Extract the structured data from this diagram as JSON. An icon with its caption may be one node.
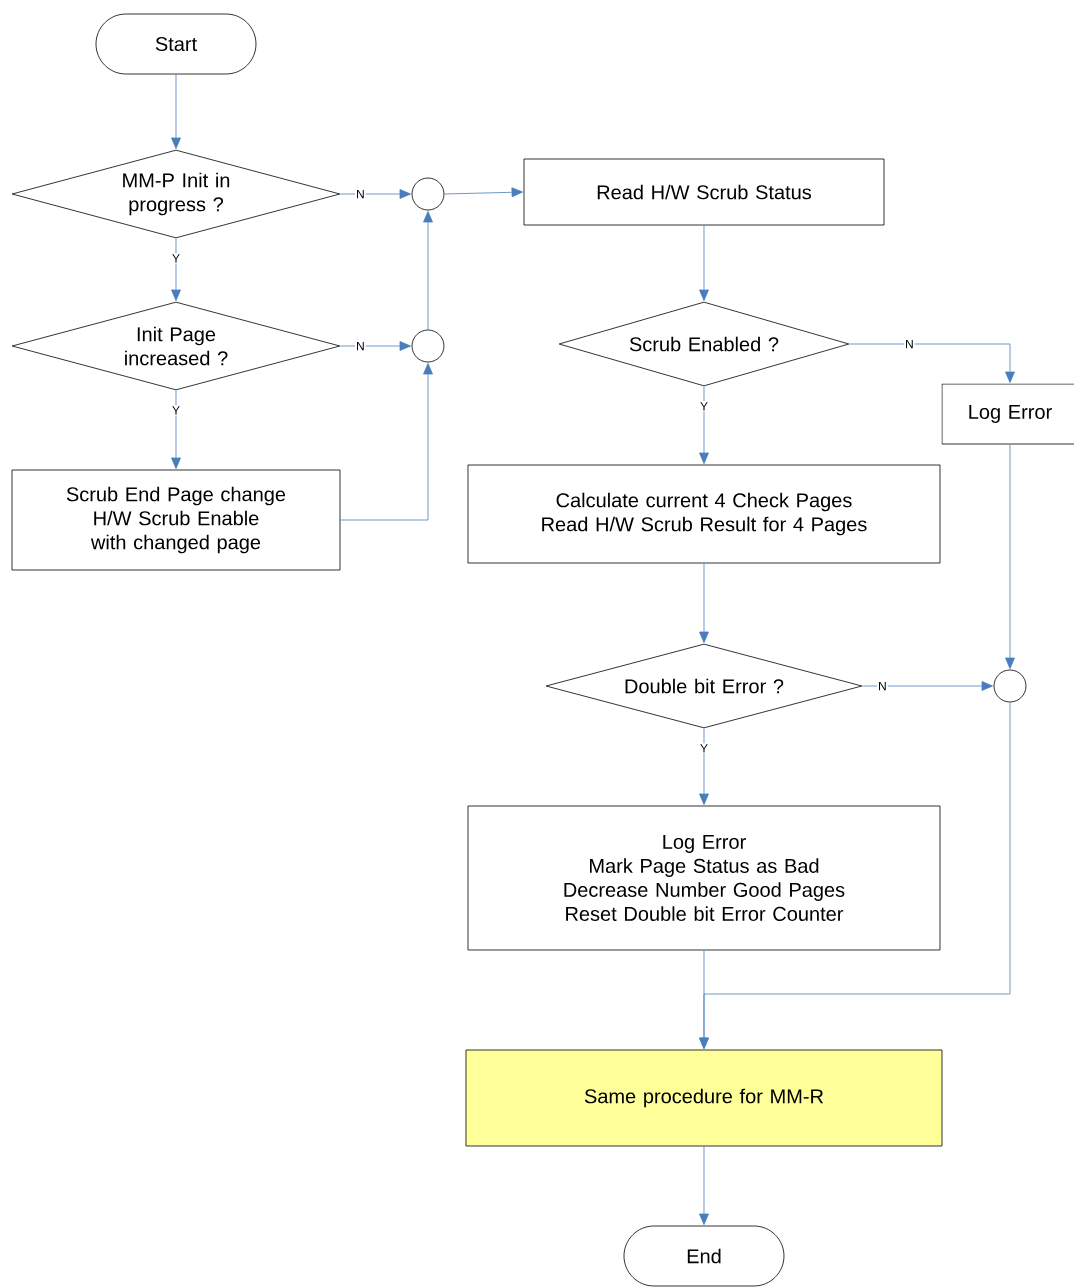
{
  "diagram": {
    "nodes": [
      {
        "text": [
          "Start"
        ]
      },
      {
        "text": [
          "MM-P Init in progress ?"
        ]
      },
      {
        "text": [
          "Init Page increased ?"
        ]
      },
      {
        "text": [
          "Scrub End Page change H/W Scrub Enable with changed page"
        ]
      },
      {
        "text": [],
        "shape": "circle"
      },
      {
        "text": [],
        "shape": "circle"
      },
      {
        "text": [
          "Read H/W Scrub Status"
        ]
      },
      {
        "text": [
          "Scrub Enabled ?"
        ]
      },
      {
        "text": [
          "Log Error"
        ]
      },
      {
        "text": [
          "Calculate current 4 Check Pages",
          "Read H/W Scrub Result for 4 Pages"
        ]
      },
      {
        "text": [
          "Double bit Error ?"
        ]
      },
      {
        "text": [],
        "shape": "circle"
      },
      {
        "text": [
          "Log Error",
          "Mark Page Status as Bad",
          "Decrease Number Good Pages",
          "Reset Double bit Error Counter"
        ]
      },
      {
        "text": [
          "Same procedure for MM-R"
        ]
      },
      {
        "text": [
          "End"
        ]
      }
    ],
    "edges": [
      {
        "from": 0,
        "to": 1,
        "arrow": "to"
      },
      {
        "from": 1,
        "to": 4,
        "arrow": "to",
        "label": "N"
      },
      {
        "from": 1,
        "to": 2,
        "arrow": "to",
        "label": "Y"
      },
      {
        "from": 4,
        "to": 6,
        "arrow": "to"
      },
      {
        "from": 2,
        "to": 5,
        "arrow": "to",
        "label": "N"
      },
      {
        "from": 2,
        "to": 3,
        "arrow": "to",
        "label": "Y"
      },
      {
        "from": 3,
        "to": 5,
        "arrow": "to"
      },
      {
        "from": 5,
        "to": 4,
        "arrow": "to"
      },
      {
        "from": 6,
        "to": 7,
        "arrow": "to"
      },
      {
        "from": 7,
        "to": 8,
        "arrow": "to",
        "label": "N"
      },
      {
        "from": 7,
        "to": 9,
        "arrow": "to",
        "label": "Y"
      },
      {
        "from": 9,
        "to": 10,
        "arrow": "to"
      },
      {
        "from": 10,
        "to": 11,
        "arrow": "to",
        "label": "N"
      },
      {
        "from": 8,
        "to": 11,
        "arrow": "to"
      },
      {
        "from": 10,
        "to": 12,
        "arrow": "to",
        "label": "Y"
      },
      {
        "from": 12,
        "to": 13,
        "arrow": "to"
      },
      {
        "from": 11,
        "to": 13,
        "arrow": "to"
      },
      {
        "from": 13,
        "to": 14,
        "arrow": "to"
      }
    ]
  }
}
